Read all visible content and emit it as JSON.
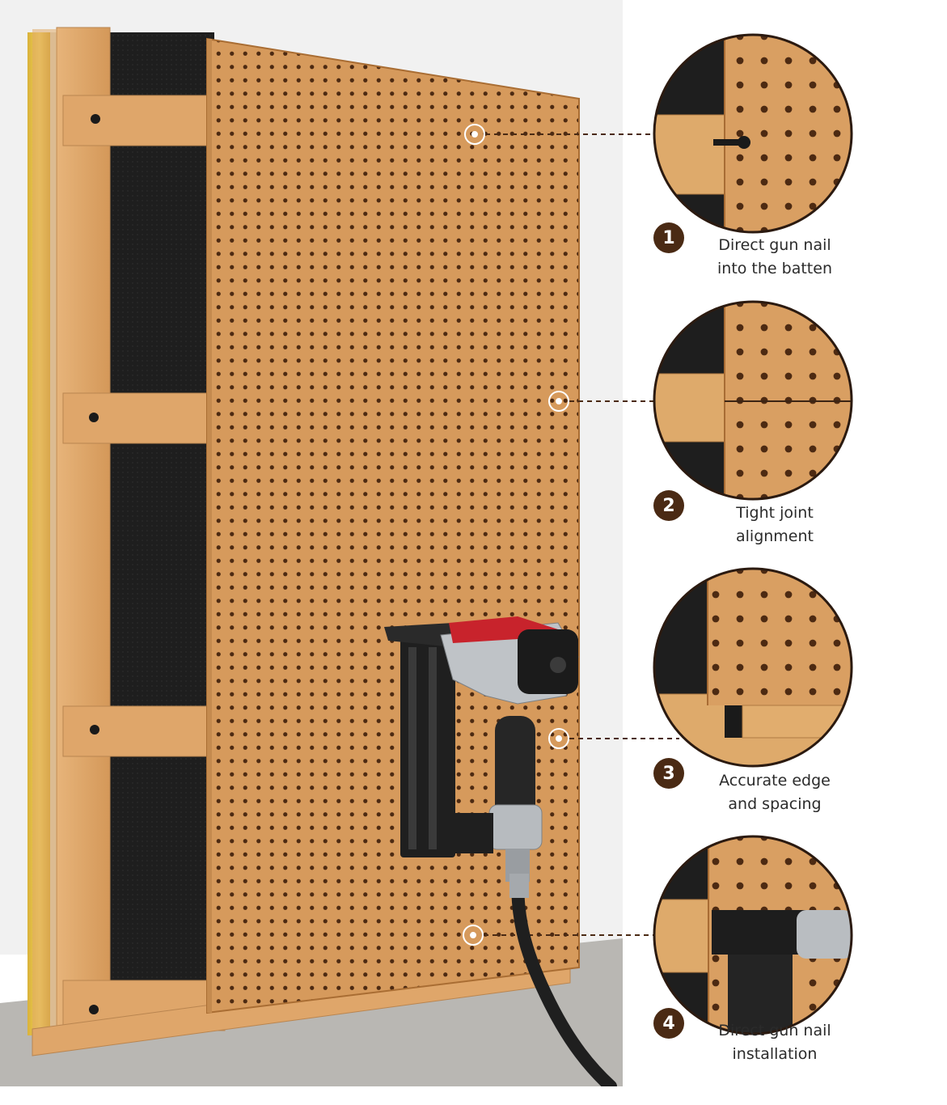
{
  "steps": [
    {
      "number": "1",
      "line1": "Direct gun nail",
      "line2": "into the batten"
    },
    {
      "number": "2",
      "line1": "Tight joint",
      "line2": "alignment"
    },
    {
      "number": "3",
      "line1": "Accurate edge",
      "line2": "and spacing"
    },
    {
      "number": "4",
      "line1": "Direct gun nail",
      "line2": "installation"
    }
  ],
  "colors": {
    "wood": "#d9a064",
    "wood_dark": "#b8773c",
    "felt": "#1c1c1c",
    "badge": "#4a2a14",
    "insulation": "#e8c233",
    "tool_red": "#c8232c"
  }
}
